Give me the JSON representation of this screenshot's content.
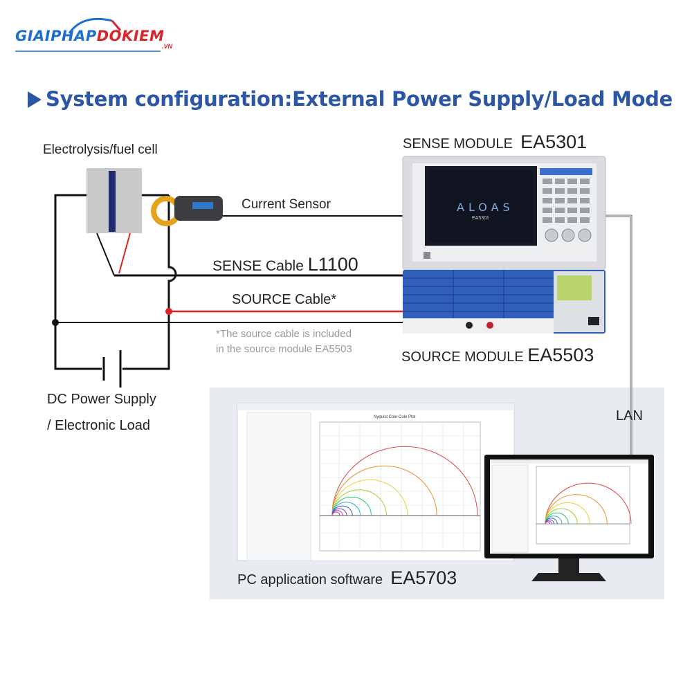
{
  "logo": {
    "part1": "GIAIPHAP",
    "part2": "DOKIEM",
    "suffix": ".VN"
  },
  "title": "System configuration:External Power Supply/Load Mode",
  "labels": {
    "electrolysis": "Electrolysis/fuel cell",
    "current_sensor": "Current Sensor",
    "sense_cable": "SENSE Cable",
    "sense_cable_model": "L1100",
    "source_cable": "SOURCE Cable*",
    "note_line1": "*The source cable is included",
    "note_line2": "in the source module EA5503",
    "dc_supply_line1": "DC Power Supply",
    "dc_supply_line2": "/ Electronic Load",
    "sense_module": "SENSE MODULE",
    "sense_module_model": "EA5301",
    "source_module": "SOURCE MODULE",
    "source_module_model": "EA5503",
    "lan": "LAN",
    "pc_app": "PC application software",
    "pc_app_model": "EA5703"
  },
  "device_screen": {
    "brand": "ALOAS",
    "model": "EA5301"
  },
  "colors": {
    "title": "#2d57a5",
    "source_module": "#2f5fb8",
    "wire_red": "#e02020",
    "wire_black": "#111111"
  },
  "chart_data": {
    "type": "line",
    "title": "Nyquist Cole-Cole Plot",
    "series_colors": [
      "#d44",
      "#e8902a",
      "#e8d12a",
      "#9bd12a",
      "#2ac46a",
      "#2ab0d1",
      "#2a5bd1",
      "#7a3ad1",
      "#c13ad1",
      "#d13a8a"
    ]
  }
}
